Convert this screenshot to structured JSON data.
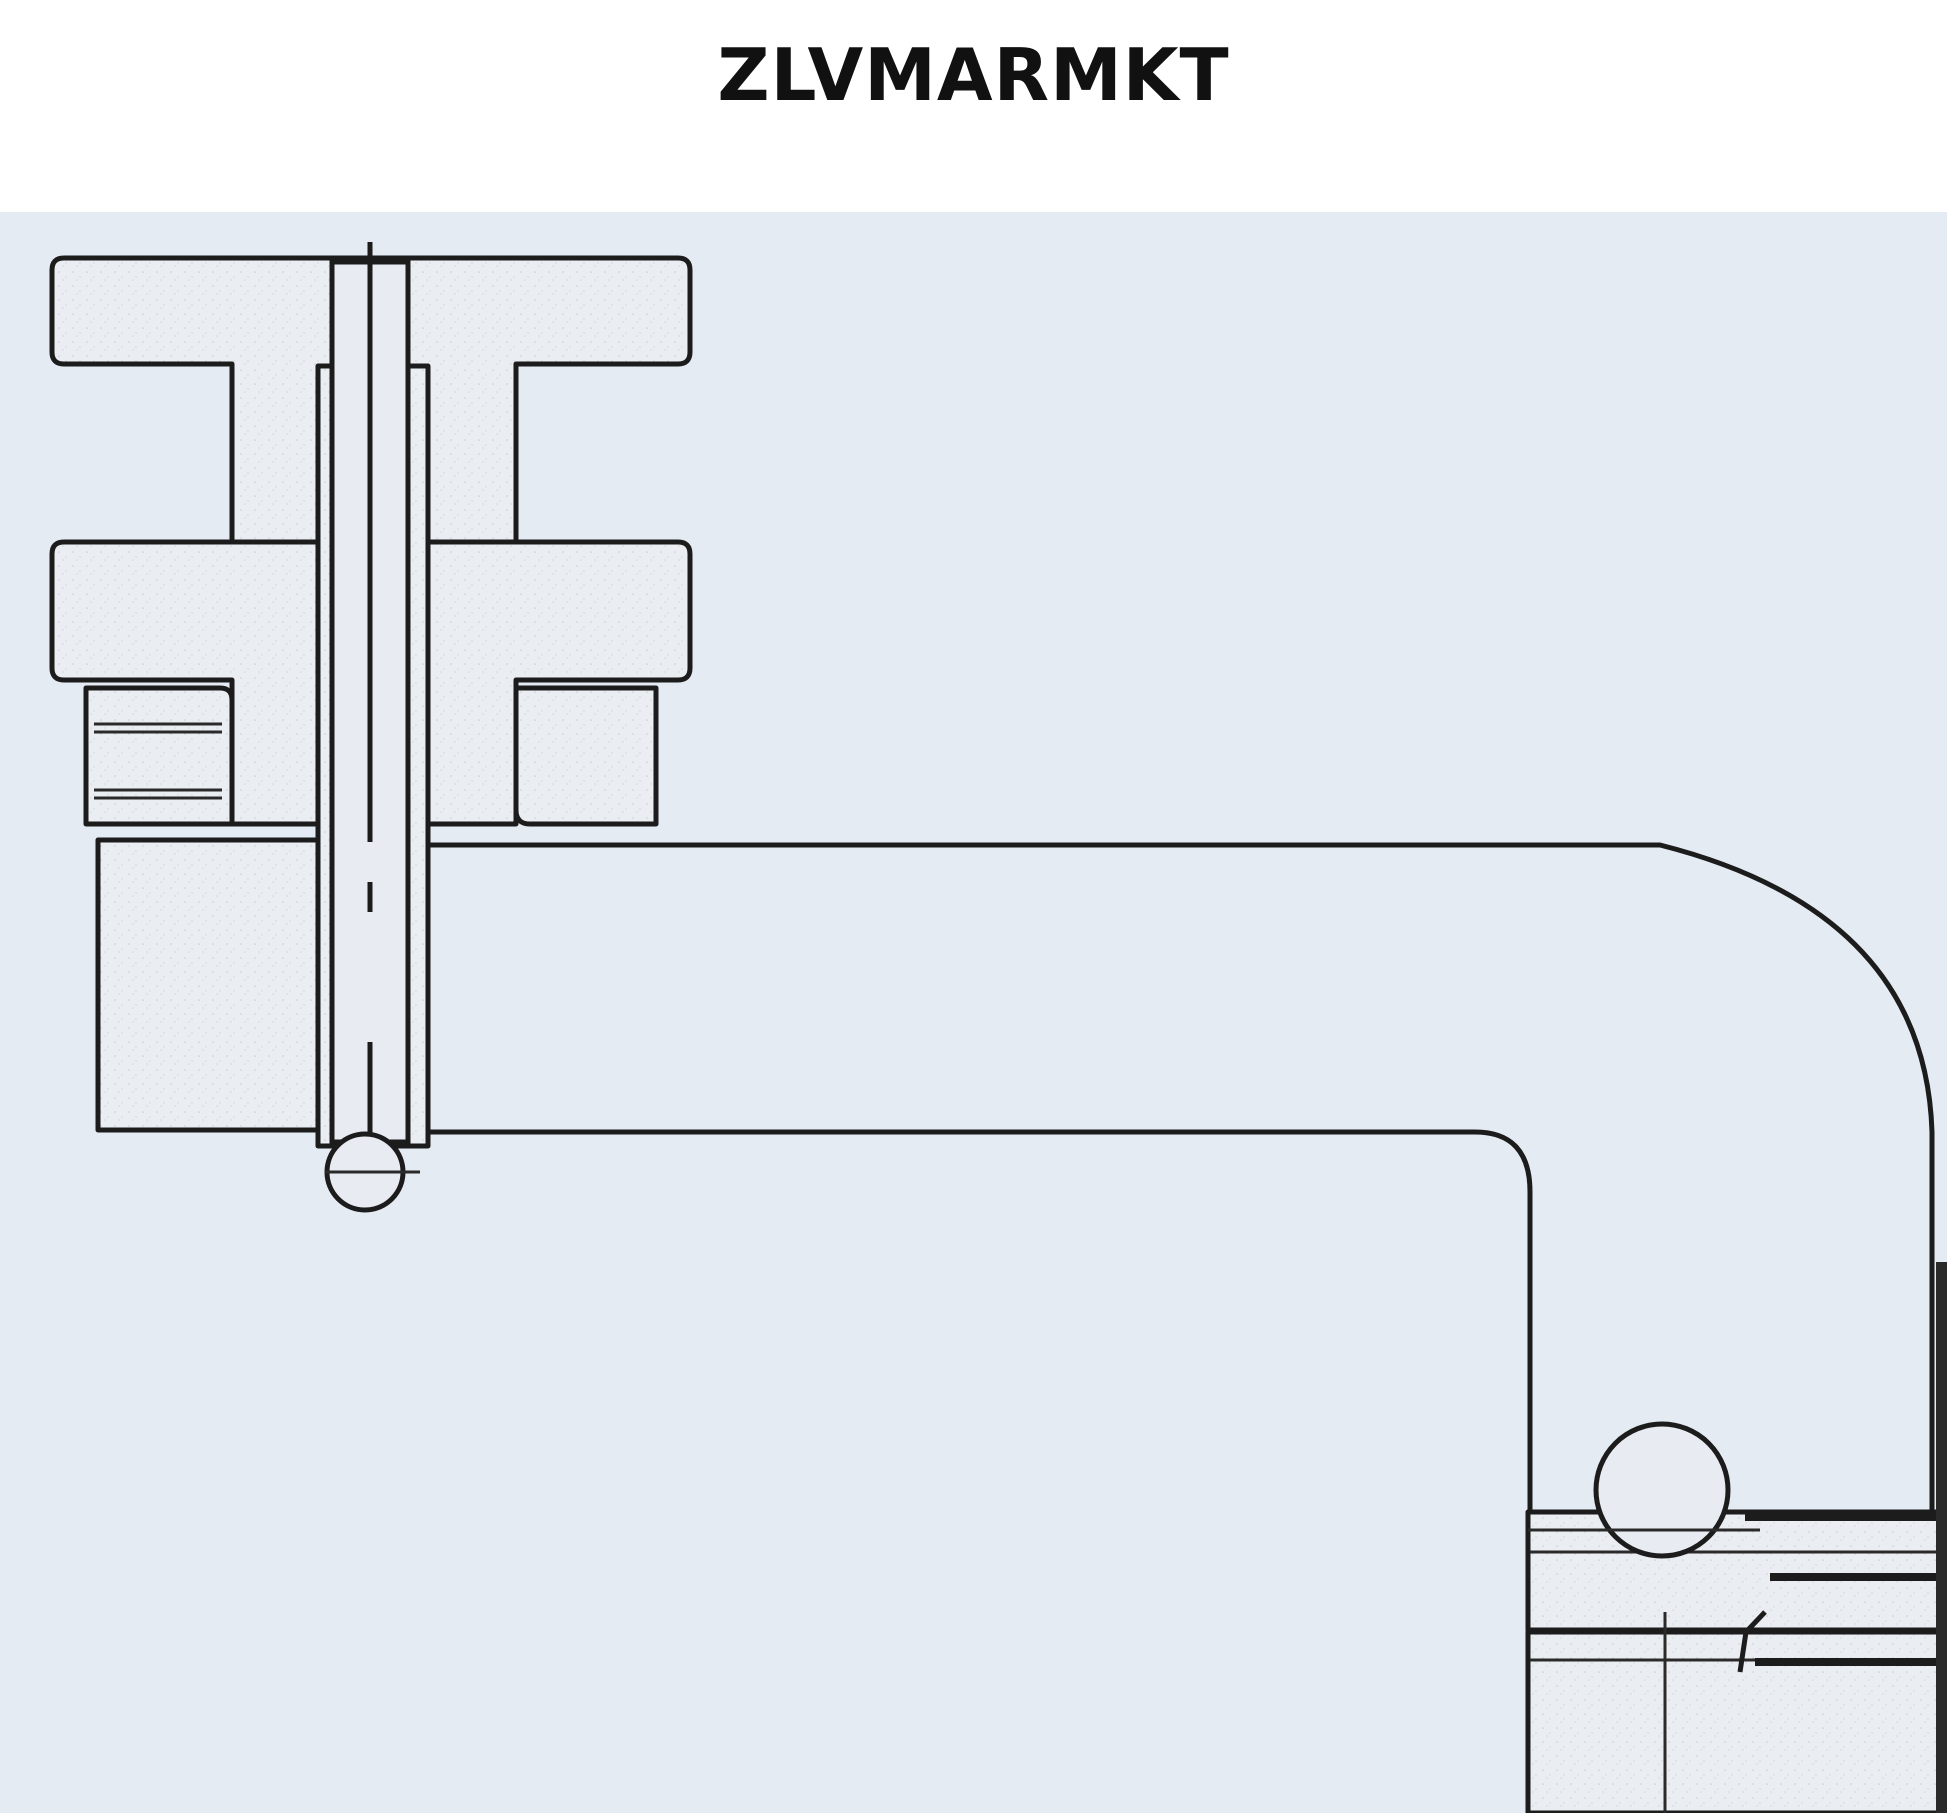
{
  "title": "ZLVMARMKT",
  "colors": {
    "background": "#e5ebf3",
    "part_fill": "#eaedf1",
    "line": "#1c1c1c"
  },
  "parts": [
    "upper-clamp-block",
    "vertical-shaft",
    "horizontal-arm",
    "vertical-drop-arm",
    "lower-pivot-block",
    "upper-pivot-pin",
    "lower-pivot-pin"
  ]
}
